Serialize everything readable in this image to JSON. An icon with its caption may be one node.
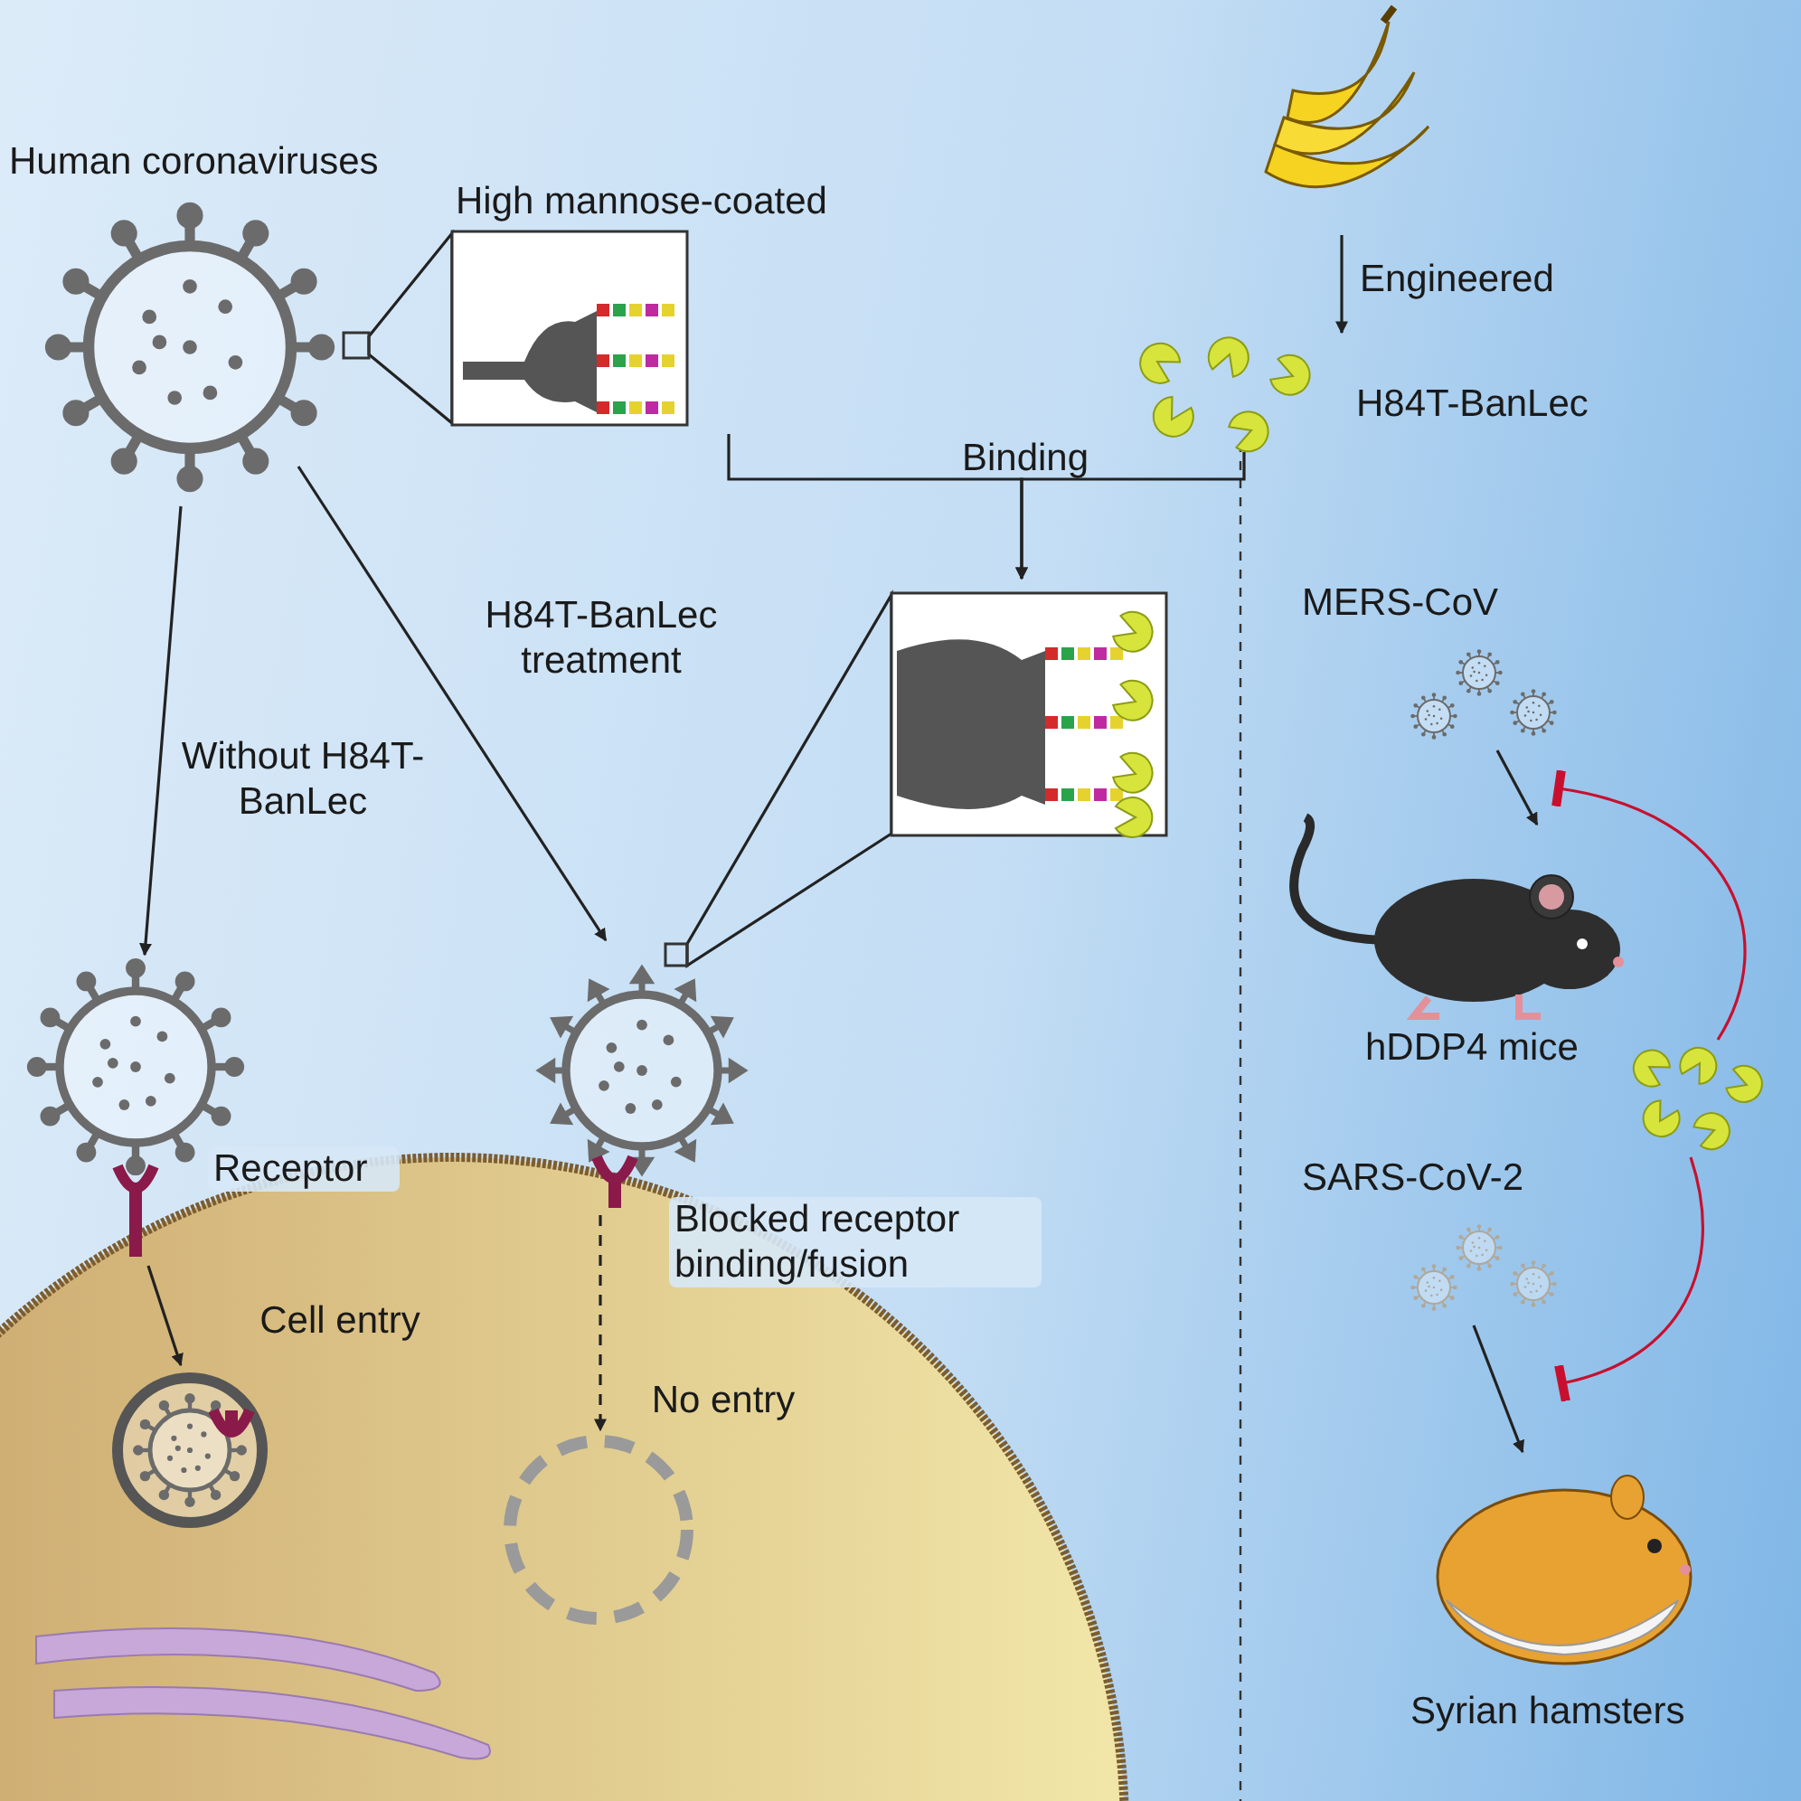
{
  "diagram": {
    "nodes": [
      {
        "text": [
          "Human coronaviruses"
        ]
      },
      {
        "text": [
          "High mannose-coated"
        ]
      },
      {
        "text": [],
        "shape": "picture"
      },
      {
        "text": [
          "H84T-BanLec"
        ]
      },
      {
        "text": [],
        "shape": "picture"
      },
      {
        "text": [],
        "shape": "picture"
      },
      {
        "text": [],
        "shape": "picture"
      },
      {
        "text": [],
        "shape": "picture"
      },
      {
        "text": [],
        "shape": "circle"
      },
      {
        "text": [
          "MERS-CoV"
        ]
      },
      {
        "text": [
          "hDDP4 mice"
        ]
      },
      {
        "text": [],
        "shape": "picture"
      },
      {
        "text": [
          "SARS-CoV-2"
        ]
      },
      {
        "text": [
          "Syrian hamsters"
        ]
      }
    ],
    "edges": [
      {
        "from": 0,
        "to": 1,
        "arrow": "none"
      },
      {
        "from": 0,
        "to": 5,
        "arrow": "to",
        "label": "Without H84T-BanLec"
      },
      {
        "from": 0,
        "to": 7,
        "arrow": "to",
        "label": "H84T-BanLec treatment"
      },
      {
        "from": 2,
        "to": 3,
        "arrow": "to",
        "label": "Engineered"
      },
      {
        "from": 1,
        "to": 4,
        "arrow": "to",
        "label": "Binding"
      },
      {
        "from": 3,
        "to": 4,
        "arrow": "to"
      },
      {
        "from": 7,
        "to": 4,
        "arrow": "none"
      },
      {
        "from": 5,
        "to": 6,
        "arrow": "to",
        "label": "Cell entry"
      },
      {
        "from": 7,
        "to": 8,
        "arrow": "to",
        "label": "No entry",
        "style": "dashed"
      },
      {
        "from": 9,
        "to": 10,
        "arrow": "to"
      },
      {
        "from": 12,
        "to": 13,
        "arrow": "to"
      },
      {
        "from": 11,
        "to": 10,
        "arrow": "other",
        "color": "#c8102e"
      },
      {
        "from": 11,
        "to": null,
        "arrow": "other",
        "color": "#c8102e"
      }
    ],
    "labels": [
      "Receptor",
      "Blocked receptor binding/fusion"
    ]
  }
}
